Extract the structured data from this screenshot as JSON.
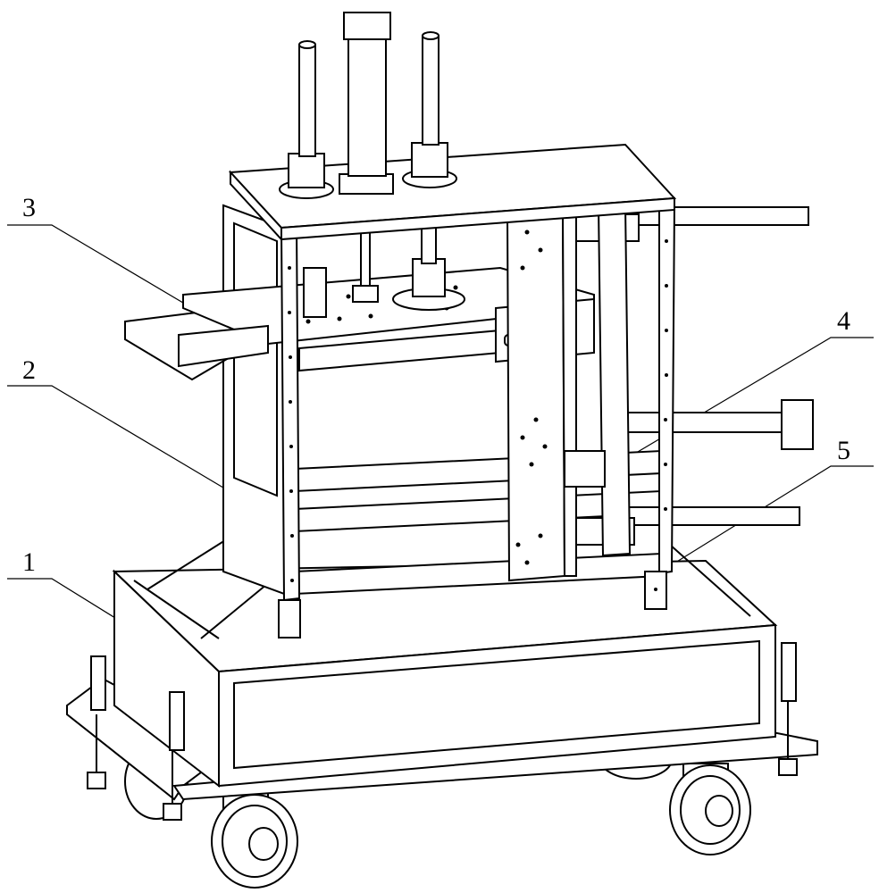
{
  "figure": {
    "labels": [
      {
        "id": "label-1",
        "text": "1"
      },
      {
        "id": "label-2",
        "text": "2"
      },
      {
        "id": "label-3",
        "text": "3"
      },
      {
        "id": "label-4",
        "text": "4"
      },
      {
        "id": "label-5",
        "text": "5"
      }
    ],
    "line_color": "#000000",
    "background": "#ffffff"
  }
}
